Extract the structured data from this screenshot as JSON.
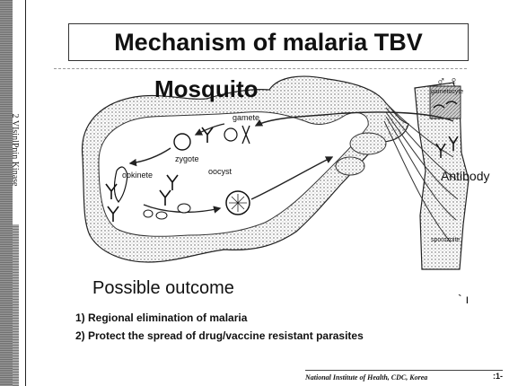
{
  "sidebar": {
    "text": "2 VIsinlPnin Kinase"
  },
  "slide": {
    "title": "Mechanism of malaria TBV",
    "diagram": {
      "mosquito_label": "Mosquito",
      "gender_symbols": "♂  ♀",
      "labels": {
        "gamete": "gamete",
        "zygote": "zygote",
        "ookinete": "ookinete",
        "oocyst": "oocyst",
        "sporozoite": "sporozoite",
        "gametocyte": "gametocyte",
        "antibody": "Antibody"
      }
    },
    "outcome": {
      "title": "Possible outcome",
      "items": [
        "1) Regional elimination of malaria",
        "2) Protect the spread of drug/vaccine resistant parasites"
      ]
    },
    "footer": "National Institute of Health, CDC, Korea",
    "page_number": ":1-",
    "stray_mark": "` ı"
  }
}
